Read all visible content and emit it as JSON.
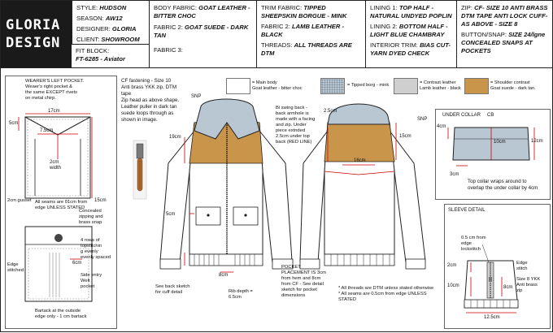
{
  "brand": {
    "line1": "GLORIA",
    "line2": "DESIGN"
  },
  "header": {
    "style": {
      "label": "STYLE:",
      "value": "HUDSON"
    },
    "season": {
      "label": "SEASON:",
      "value": "AW12"
    },
    "designer": {
      "label": "DESIGNER:",
      "value": "GLORIA"
    },
    "client": {
      "label": "CLIENT:",
      "value": "SHOWROOM"
    },
    "fit_block": {
      "label": "FIT BLOCK:",
      "value": "FT-6285 - Aviator"
    },
    "body_fabric": {
      "label": "BODY FABRIC:",
      "value": "GOAT LEATHER - BITTER CHOC"
    },
    "fabric2": {
      "label": "FABRIC 2:",
      "value": "GOAT SUEDE - DARK TAN"
    },
    "fabric3": {
      "label": "FABRIC 3:",
      "value": ""
    },
    "trim_fabric": {
      "label": "TRIM FABRIC:",
      "value": "TIPPED SHEEPSKIN BORGUE - MINK"
    },
    "fabric2b": {
      "label": "FABRIC 2:",
      "value": "LAMB LEATHER - BLACK"
    },
    "threads": {
      "label": "THREADS:",
      "value": "ALL THREADS ARE DTM"
    },
    "lining1": {
      "label": "LINING 1:",
      "value": "TOP HALF - NATURAL UNDYED POPLIN"
    },
    "lining2": {
      "label": "LINING 2:",
      "value": "BOTTOM HALF - LIGHT BLUE CHAMBRAY"
    },
    "interior_trim": {
      "label": "INTERIOR TRIM:",
      "value": "BIAS CUT- YARN DYED CHECK"
    },
    "zip": {
      "label": "ZIP:",
      "value": "CF- SIZE 10 ANTI BRASS DTM TAPE ANTI LOCK CUFF- AS ABOVE - SIZE 8"
    },
    "button": {
      "label": "BUTTON/SNAP:",
      "value": "SIZE 24/lgne CONCEALED SNAPS AT POCKETS"
    }
  },
  "legend": {
    "main_body": "= Main body\nGoat leather - bitter choc",
    "tipped_borg": "= Tipped borg - mink",
    "contrast_leather": "= Contrast leather\nLamb leather - black",
    "shoulder_contrast": "= Shoulder contrast\nGoat suede - dark tan.",
    "colors": {
      "main": "#ffffff",
      "borg": "#b9c7d3",
      "contrast": "#cfcfcf",
      "suede": "#c8954a"
    }
  },
  "notes": {
    "left_pocket": "WEARER'S LEFT POCKET.\nWeaer's right pocket &\nthe same EXCEPT rivets\non metal chirp.",
    "cf_fastening": "CF fastening - Size 10\nAnti brass YKK zip, DTM\ntape\nZip head as above shape.\nLeather puller in dark tan\nsuede loops through as\nshown in image.",
    "swing_back": "Bi swing back -\nback armhole is\nmade with a facing\nand zip. Under\npiece extnded\n2.5cm under top\nback (RED LINE)",
    "gusset": "2cm gusset",
    "seams": "All seams are 01cm from\nedge UNLESS STATED",
    "concealed": "Concealed\nzipping and\nbrass snap",
    "topstitch": "4 rows of\ntopstitchin\ng evenly\nevenly spaced",
    "edge_stitched": "Edge\nstitched",
    "side_entry": "Side entry\nWelt\npocket",
    "bartack": "Bartack at the outside\nedge only - 1 cm bartack",
    "cuff": "See back sketch\nfor cuff detail",
    "rib": "Rib depth =\n6.5cm",
    "pocket_placement": "POCKET\nPLACEMENT IS 3cm\nfrom hem and 8cm\nfrom CF - See detail\nsketch for pocket\ndimensions",
    "threads_note": "* All threads are DTM unless stated otherwise\n* All seams are 0.5cm from edge UNLESS\nSTATED",
    "under_collar": "UNDER COLLAR",
    "cb": "CB",
    "collar_wrap": "Top collar wraps around to\noverlap the under collar by 4cm",
    "sleeve_detail": "SLEEVE DETAIL",
    "zip_open": "0.5 cm from\nedge\nlockstitch",
    "edge_stitch": "Edge\nstitch",
    "size8": "Size 8 YKK\nAnti brass\nzip",
    "snp": "SNP"
  },
  "dims": {
    "d5cm_a": "5cm",
    "d17cm": "17cm",
    "d75": "7.5cm",
    "d2cm": "2cm\nwidth",
    "d15cm_a": "15cm",
    "d19cm": "19cm",
    "d5cm_b": "5cm",
    "d8cm": "8cm",
    "d25cm": "2.5cm",
    "d16cm": "16cm",
    "d15cm_b": "15cm",
    "d4cm": "4cm",
    "d10cm": "10cm",
    "d12cm": "12cm",
    "d3cm": "3cm",
    "s2cm": "2cm",
    "s10cm": "10cm",
    "s8cm": "8cm",
    "s125": "12.5cm",
    "p6cm": "6cm"
  }
}
